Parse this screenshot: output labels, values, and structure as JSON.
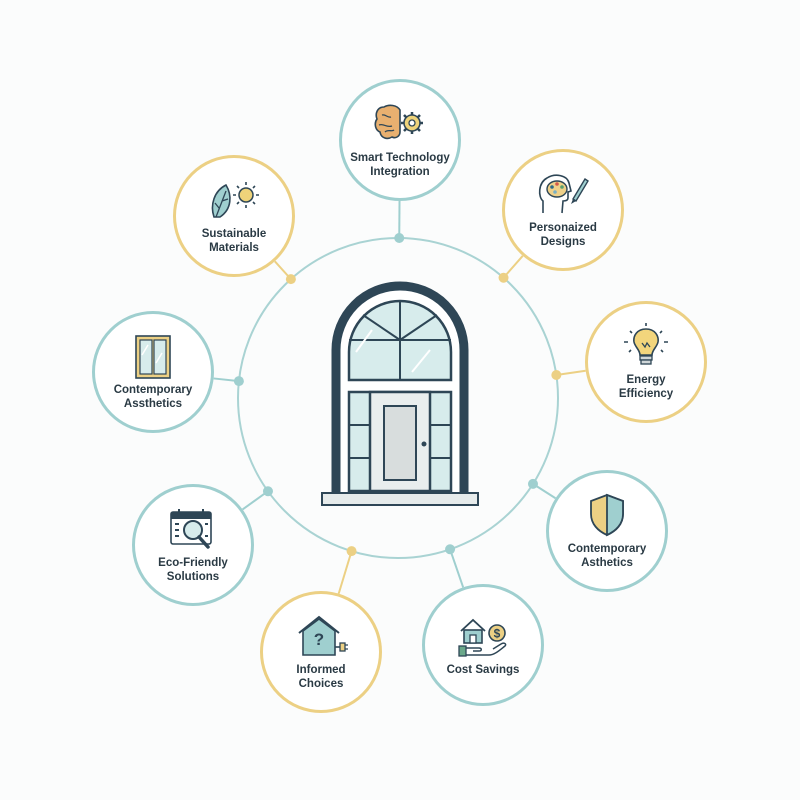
{
  "diagram": {
    "center_icon": "arched-glass-door-icon",
    "colors": {
      "teal": "#9fcfcf",
      "gold": "#ecd084",
      "dark": "#2e4656",
      "glass": "#d7ecec"
    },
    "nodes": [
      {
        "label": "Smart Technology\nIntegration",
        "icon": "brain-gear-icon",
        "accent": "teal"
      },
      {
        "label": "Personaized\nDesigns",
        "icon": "head-palette-icon",
        "accent": "gold"
      },
      {
        "label": "Energy\nEfficiency",
        "icon": "lightbulb-icon",
        "accent": "gold"
      },
      {
        "label": "Contemporary\nAsthetics",
        "icon": "shield-icon",
        "accent": "teal"
      },
      {
        "label": "Cost Savings",
        "icon": "house-hand-dollar-icon",
        "accent": "teal"
      },
      {
        "label": "Informed\nChoices",
        "icon": "house-question-plug-icon",
        "accent": "gold"
      },
      {
        "label": "Eco-Friendly\nSolutions",
        "icon": "calendar-magnifier-icon",
        "accent": "teal"
      },
      {
        "label": "Contemporary\nAssthetics",
        "icon": "window-frame-icon",
        "accent": "teal"
      },
      {
        "label": "Sustainable\nMaterials",
        "icon": "leaf-sun-icon",
        "accent": "gold"
      }
    ]
  }
}
